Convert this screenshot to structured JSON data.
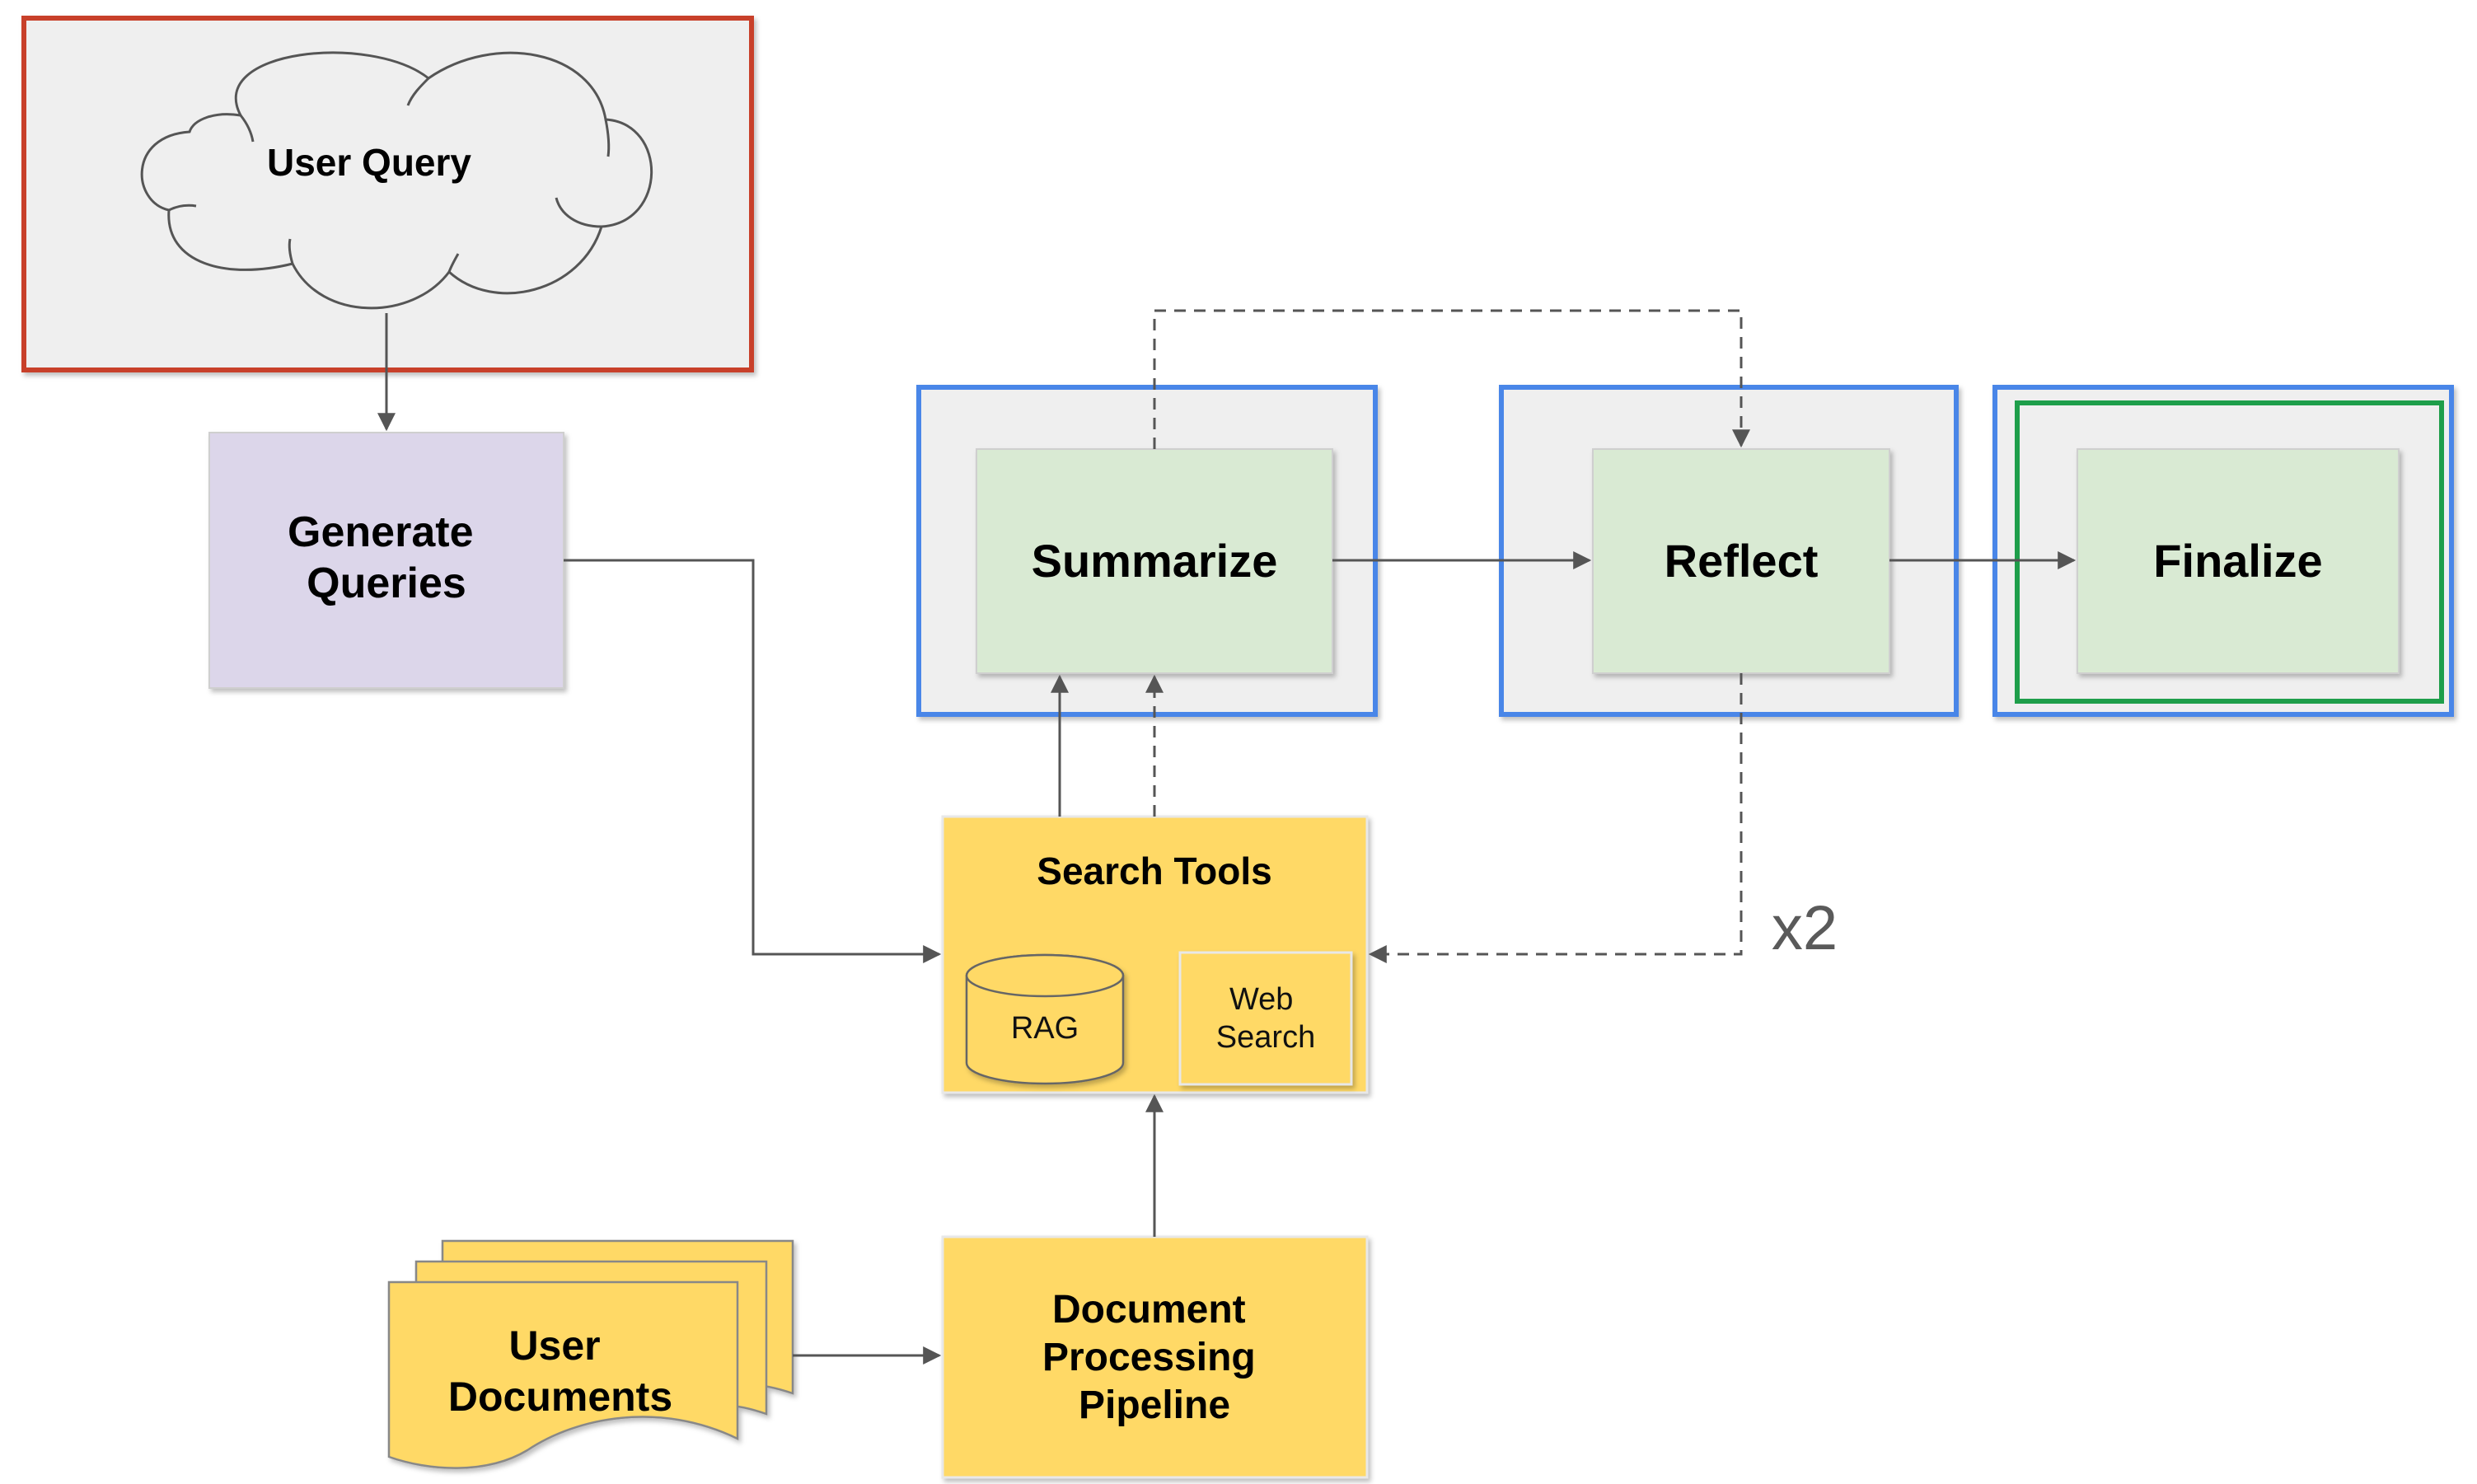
{
  "nodes": {
    "user_query": {
      "label": "User Query"
    },
    "generate_queries": {
      "lines": [
        "Generate",
        "Queries"
      ]
    },
    "summarize": {
      "label": "Summarize"
    },
    "reflect": {
      "label": "Reflect"
    },
    "finalize": {
      "label": "Finalize"
    },
    "search_tools": {
      "label": "Search Tools"
    },
    "rag": {
      "label": "RAG"
    },
    "web_search": {
      "lines": [
        "Web",
        "Search"
      ]
    },
    "user_documents": {
      "lines": [
        "User",
        "Documents"
      ]
    },
    "document_processing": {
      "lines": [
        "Document",
        "Processing",
        "Pipeline"
      ]
    }
  },
  "annotations": {
    "loop_count": "x2"
  },
  "colors": {
    "query_group_border": "#c8402a",
    "stage_group_border": "#4a86e8",
    "final_group_border": "#1e9e4a",
    "group_fill": "#efefef",
    "generate_fill": "#dcd6ea",
    "stage_fill": "#d9ead3",
    "tools_fill": "#ffd966",
    "connector": "#555555"
  }
}
